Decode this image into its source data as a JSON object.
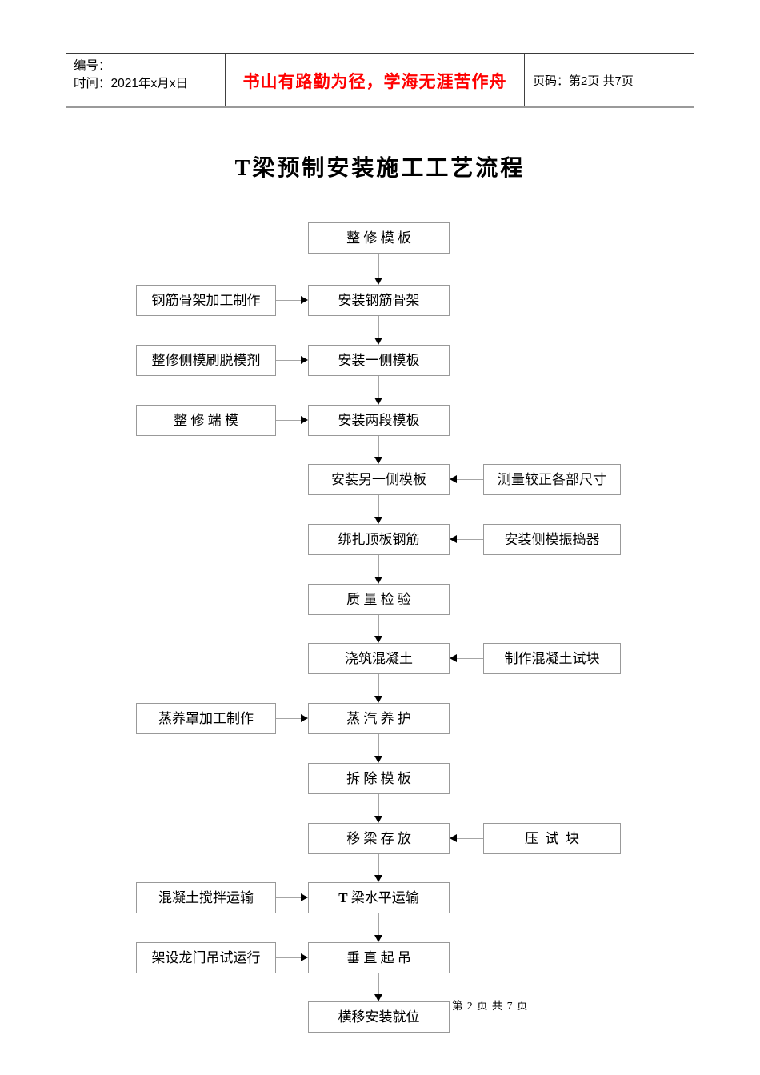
{
  "header": {
    "number_label": "编号：",
    "time_label": "时间：2021年x月x日",
    "slogan": "书山有路勤为径，学海无涯苦作舟",
    "page_label": "页码：第2页 共7页"
  },
  "title": "T梁预制安装施工工艺流程",
  "flowchart": {
    "rows": [
      {
        "center": "整 修 模 板"
      },
      {
        "center": "安装钢筋骨架",
        "left": "钢筋骨架加工制作"
      },
      {
        "center": "安装一侧模板",
        "left": "整修侧模刷脱模剂"
      },
      {
        "center": "安装两段模板",
        "left": "整 修 端 模"
      },
      {
        "center": "安装另一侧模板",
        "right": "测量较正各部尺寸"
      },
      {
        "center": "绑扎顶板钢筋",
        "right": "安装侧模振捣器"
      },
      {
        "center": "质 量 检 验"
      },
      {
        "center": "浇筑混凝土",
        "right": "制作混凝土试块"
      },
      {
        "center": "蒸 汽 养 护",
        "left": "蒸养罩加工制作"
      },
      {
        "center": "拆 除 模 板"
      },
      {
        "center": "移 梁 存 放",
        "right": "压  试  块"
      },
      {
        "center": "T 梁水平运输",
        "left": "混凝土搅拌运输",
        "bold_first": true
      },
      {
        "center": "垂 直 起 吊",
        "left": "架设龙门吊试运行"
      },
      {
        "center": "横移安装就位"
      }
    ]
  },
  "footer": {
    "page_text": "第 2 页 共 7 页"
  },
  "colors": {
    "slogan_red": "#ff0000",
    "box_border_gray": "#999999",
    "connector_gray": "#a6a6a6",
    "arrowhead_black": "#000000"
  }
}
